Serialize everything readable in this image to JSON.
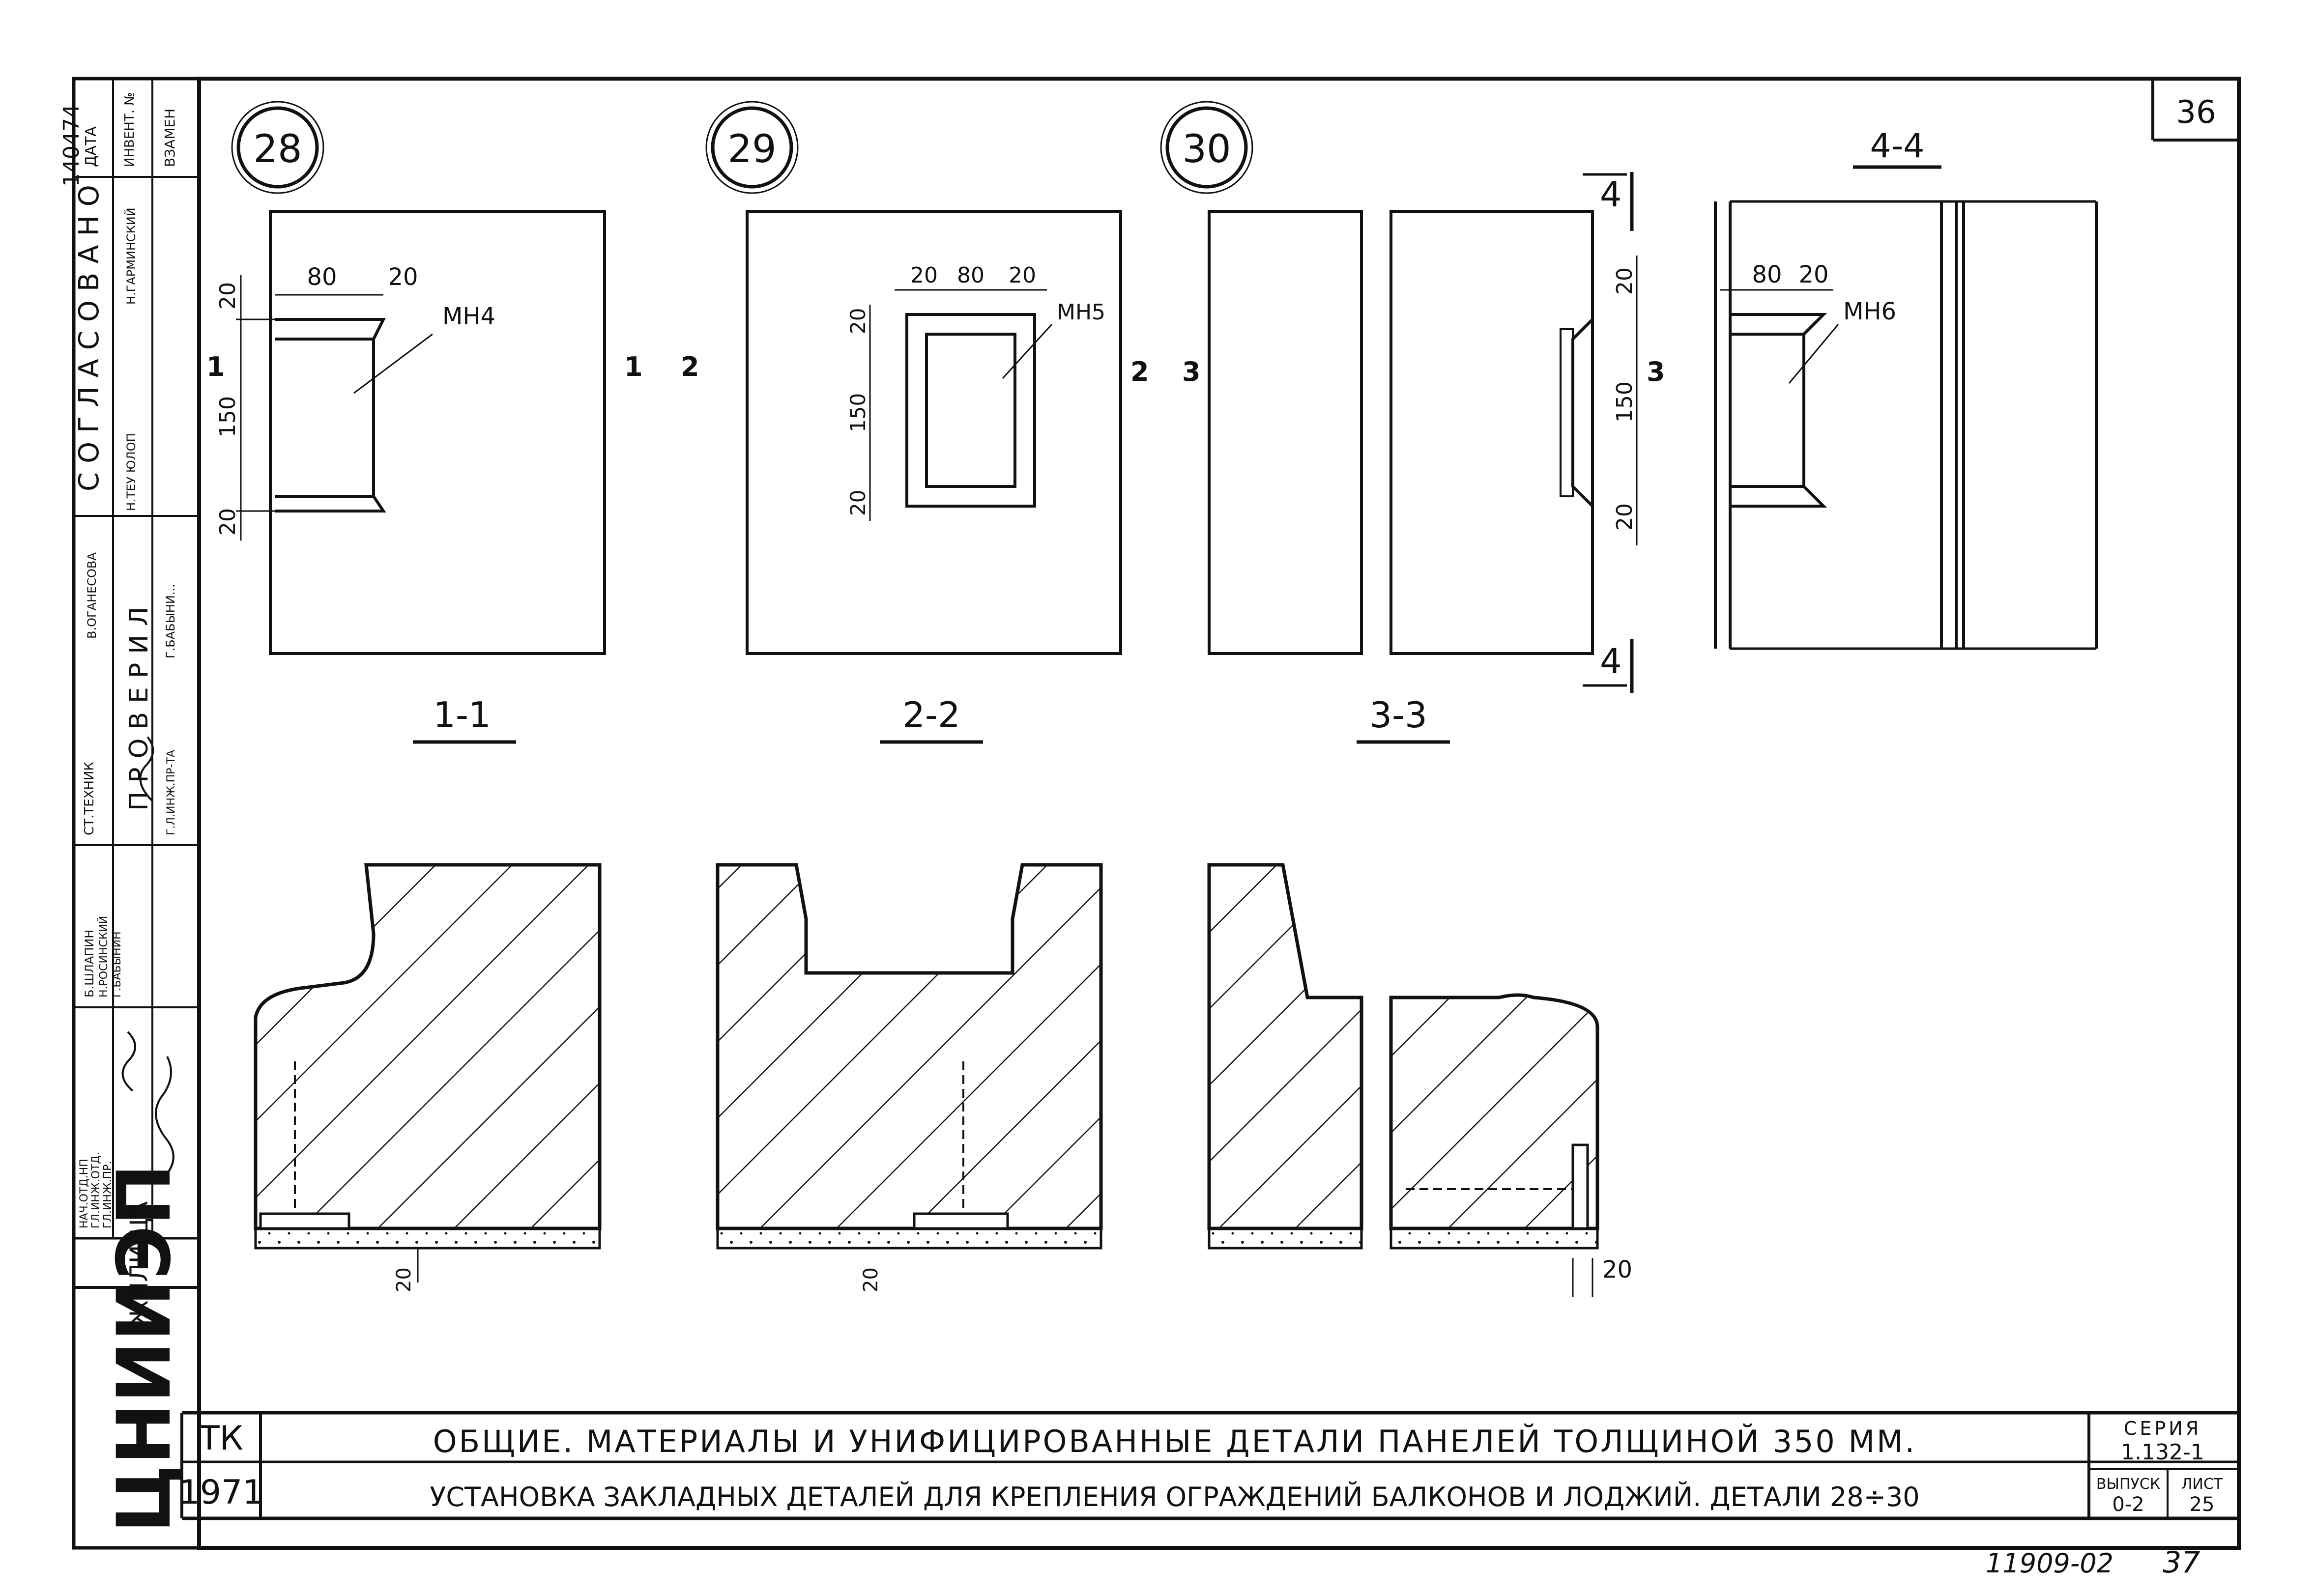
{
  "sheet": {
    "sheet_number": "36",
    "inventory_number": "140474",
    "bottom_code": "11909-02",
    "bottom_page": "37"
  },
  "left_stamp": {
    "date_header": "ДАТА",
    "invent_header": "ИНВЕНТ. №",
    "zamen_header": "ВЗАМЕН",
    "agreed_label": "СОГЛАСОВАНО",
    "checked_label": "ПРОВЕРИЛ",
    "names_right": [
      "Н.ГАРМИНСКИЙ",
      "Н.ТЕУ ЮЛОП",
      "Г.БАБЫНИ..."
    ],
    "names_mid": [
      "В.ОГАНЕСОВА",
      "Г.Л.ИНЖ.ПР-ТА"
    ],
    "roles_bottom": [
      "СТ.ТЕХНИК",
      "Б.ШЛАПИН",
      "Н.РОСИНСКИЙ",
      "Г.БАБЫНИН"
    ],
    "roles_left": [
      "НАЧ.ОТД.НП",
      "ГЛ.ИНЖ.ОТД.",
      "ГЛ.ИНЖ.ПР."
    ],
    "institute_logo": "ЦНИИЭП",
    "institute_suffix": "ЖИЛИЩА"
  },
  "details": {
    "d28": {
      "number": "28",
      "dim_width": "80",
      "dim_offset": "20",
      "dim_top": "20",
      "dim_height": "150",
      "dim_bottom": "20",
      "part": "МН4",
      "cut_marks": [
        "1",
        "1",
        "2"
      ]
    },
    "d29": {
      "number": "29",
      "dim_left": "20",
      "dim_width": "80",
      "dim_right": "20",
      "dim_top": "20",
      "dim_height": "150",
      "dim_bottom": "20",
      "part": "МН5",
      "cut_marks": [
        "2",
        "3"
      ]
    },
    "d30": {
      "number": "30",
      "dim_top": "20",
      "dim_height": "150",
      "dim_bottom": "20",
      "cut_mark": "3",
      "view_marks": [
        "4",
        "4"
      ]
    },
    "a4": {
      "title": "4-4",
      "dim_width": "80",
      "dim_offset": "20",
      "part": "МН6"
    }
  },
  "sections": {
    "s11": {
      "title": "1-1",
      "dim": "20"
    },
    "s22": {
      "title": "2-2",
      "dim": "20"
    },
    "s33": {
      "title": "3-3",
      "dim": "20"
    }
  },
  "title_block": {
    "code_top": "ТК",
    "year": "1971",
    "line1": "ОБЩИЕ. МАТЕРИАЛЫ И УНИФИЦИРОВАННЫЕ ДЕТАЛИ ПАНЕЛЕЙ ТОЛЩИНОЙ 350 ММ.",
    "line2": "УСТАНОВКА ЗАКЛАДНЫХ ДЕТАЛЕЙ ДЛЯ КРЕПЛЕНИЯ ОГРАЖДЕНИЙ БАЛКОНОВ И ЛОДЖИЙ. ДЕТАЛИ 28÷30",
    "series_label": "СЕРИЯ",
    "series_value": "1.132-1",
    "issue_label": "ВЫПУСК",
    "issue_value": "0-2",
    "list_label": "ЛИСТ",
    "list_value": "25"
  }
}
